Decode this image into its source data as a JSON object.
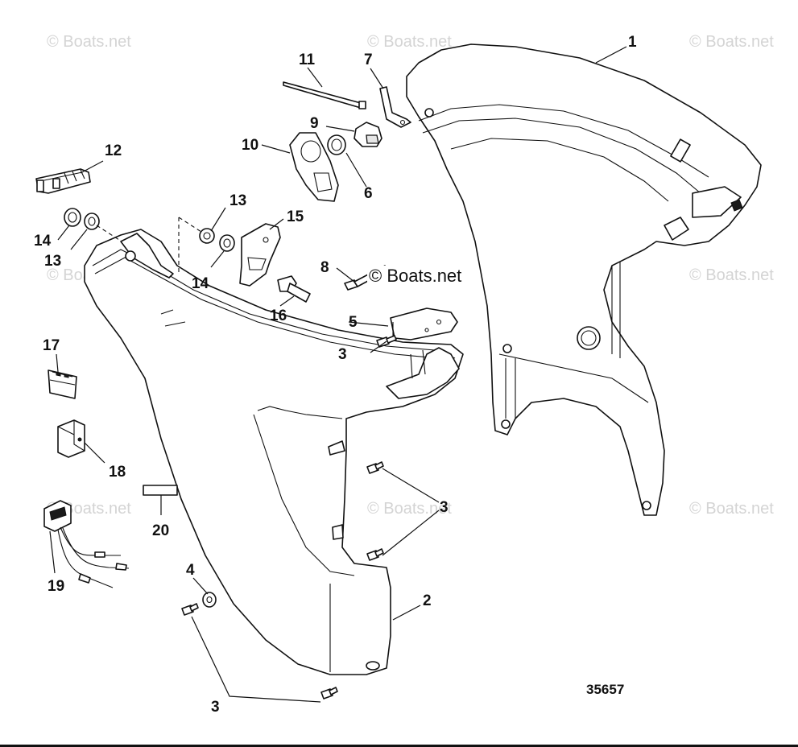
{
  "watermarks": [
    {
      "text": "© Boats.net"
    },
    {
      "text": "© Boats.net"
    },
    {
      "text": "© Boats.net"
    },
    {
      "text": "© Boats.net"
    },
    {
      "text": "© Boats.net"
    },
    {
      "text": "© Boats.net"
    },
    {
      "text": "© Boats.net"
    },
    {
      "text": "© Boats.net"
    }
  ],
  "center_watermark": "© Boats.net",
  "figure_number": "35657",
  "callouts": {
    "c1": "1",
    "c2": "2",
    "c3a": "3",
    "c3b": "3",
    "c3c": "3",
    "c4": "4",
    "c5": "5",
    "c6": "6",
    "c7": "7",
    "c8": "8",
    "c9": "9",
    "c10": "10",
    "c11": "11",
    "c12": "12",
    "c13a": "13",
    "c13b": "13",
    "c14a": "14",
    "c14b": "14",
    "c15": "15",
    "c16": "16",
    "c17": "17",
    "c18": "18",
    "c19": "19",
    "c20": "20"
  }
}
